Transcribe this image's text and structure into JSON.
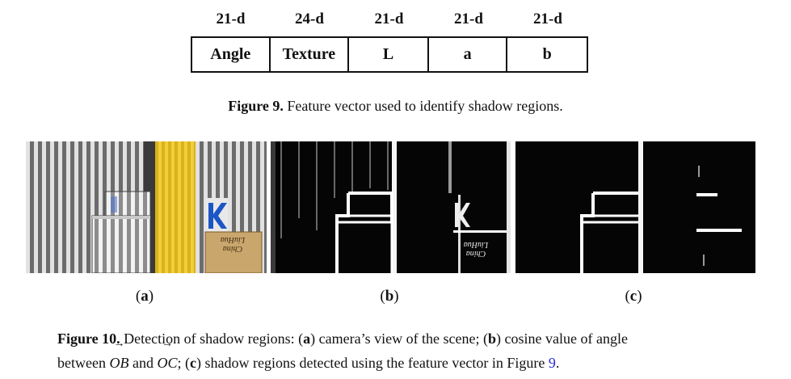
{
  "figure9": {
    "dimensions": [
      "21-d",
      "24-d",
      "21-d",
      "21-d",
      "21-d"
    ],
    "components": [
      "Angle",
      "Texture",
      "L",
      "a",
      "b"
    ],
    "caption_label": "Figure 9.",
    "caption_text": "Feature vector used to identify shadow regions."
  },
  "figure10": {
    "panel_labels": {
      "a_open": "(",
      "a_letter": "a",
      "a_close": ")",
      "b_open": "(",
      "b_letter": "b",
      "b_close": ")",
      "c_open": "(",
      "c_letter": "c",
      "c_close": ")"
    },
    "box_text": {
      "line1": "China",
      "line2": "LiuHua"
    },
    "caption": {
      "label": "Figure 10.",
      "t1": " Detection of shadow regions: (",
      "a": "a",
      "t2": ") camera’s view of the scene; (",
      "b": "b",
      "t3": ") cosine value of angle",
      "t4": "between ",
      "ob": "OB",
      "t5": " and ",
      "oc": "OC",
      "t6": "; (",
      "c": "c",
      "t7": ") shadow regions detected using the feature vector in Figure ",
      "fig_ref": "9",
      "t8": ".",
      "arrow": "→"
    }
  }
}
